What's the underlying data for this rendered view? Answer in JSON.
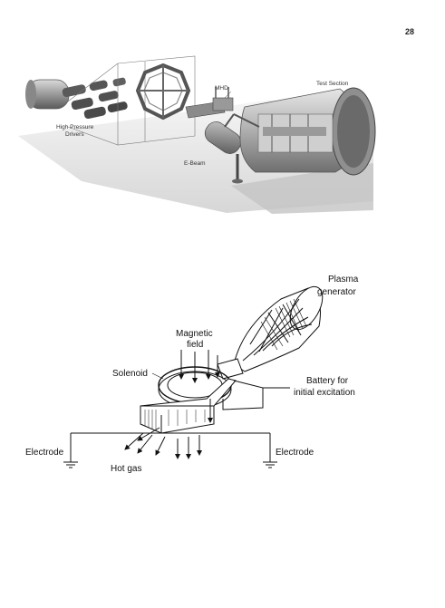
{
  "page": {
    "number": "28"
  },
  "figure_top": {
    "labels": {
      "mhd": "MHD",
      "test_section": "Test Section",
      "drivers_line1": "High Pressure",
      "drivers_line2": "Drivers",
      "ebeam": "E-Beam"
    }
  },
  "figure_bottom": {
    "labels": {
      "plasma_line1": "Plasma",
      "plasma_line2": "generator",
      "magnetic_line1": "Magnetic",
      "magnetic_line2": "field",
      "solenoid": "Solenoid",
      "battery_line1": "Battery for",
      "battery_line2": "initial excitation",
      "electrode_left": "Electrode",
      "electrode_right": "Electrode",
      "hot_gas": "Hot gas"
    }
  }
}
